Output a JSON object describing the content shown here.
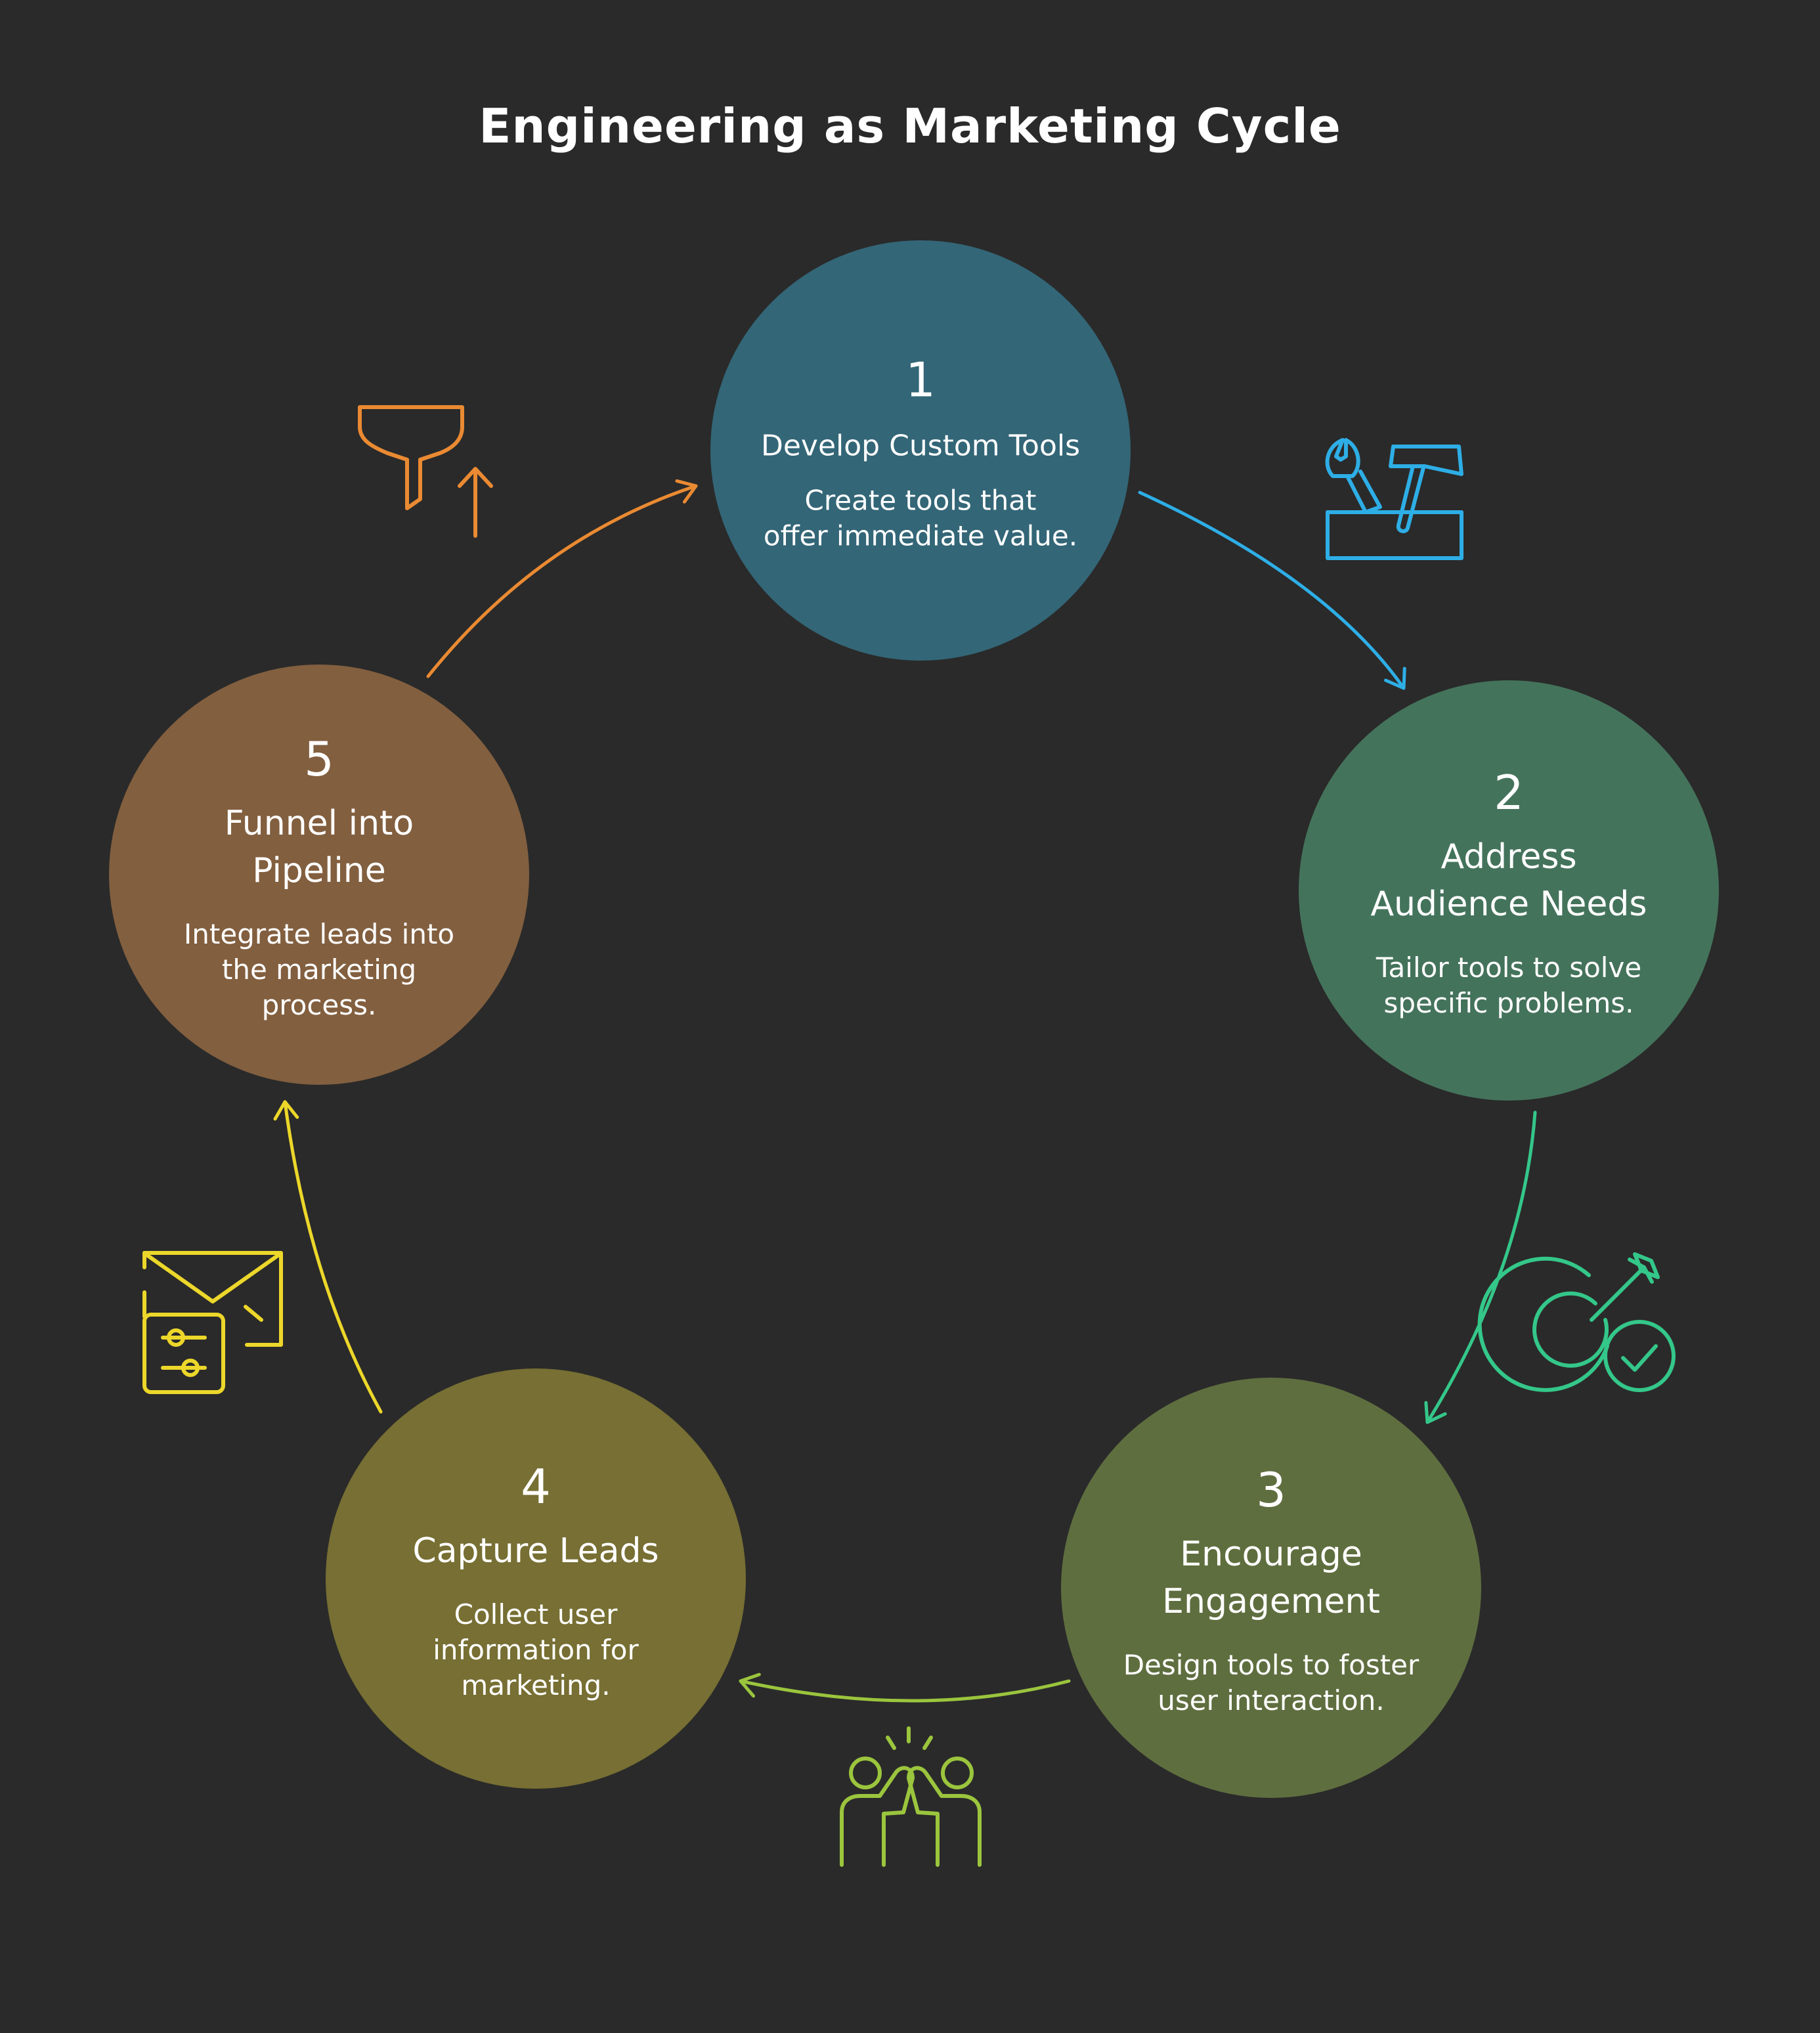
{
  "title": "Engineering as Marketing Cycle",
  "steps": [
    {
      "number": "1",
      "heading": [
        "Develop Custom Tools"
      ],
      "description": [
        "Create tools that",
        "offer immediate value."
      ],
      "color": "#336677",
      "icon": "tools-icon",
      "icon_color": "#2eaee6"
    },
    {
      "number": "2",
      "heading": [
        "Address",
        "Audience Needs"
      ],
      "description": [
        "Tailor tools to solve",
        "specific problems."
      ],
      "color": "#44735b",
      "icon": "target-check-icon",
      "icon_color": "#34c78a"
    },
    {
      "number": "3",
      "heading": [
        "Encourage",
        "Engagement"
      ],
      "description": [
        "Design tools to foster",
        "user interaction."
      ],
      "color": "#5f6e3f",
      "icon": "high-five-icon",
      "icon_color": "#9bc53d"
    },
    {
      "number": "4",
      "heading": [
        "Capture Leads"
      ],
      "description": [
        "Collect user",
        "information for",
        "marketing."
      ],
      "color": "#776f33",
      "icon": "mail-form-icon",
      "icon_color": "#ecd72a"
    },
    {
      "number": "5",
      "heading": [
        "Funnel into",
        "Pipeline"
      ],
      "description": [
        "Integrate leads into",
        "the marketing",
        "process."
      ],
      "color": "#825f3f",
      "icon": "funnel-up-icon",
      "icon_color": "#ea8a32"
    }
  ]
}
